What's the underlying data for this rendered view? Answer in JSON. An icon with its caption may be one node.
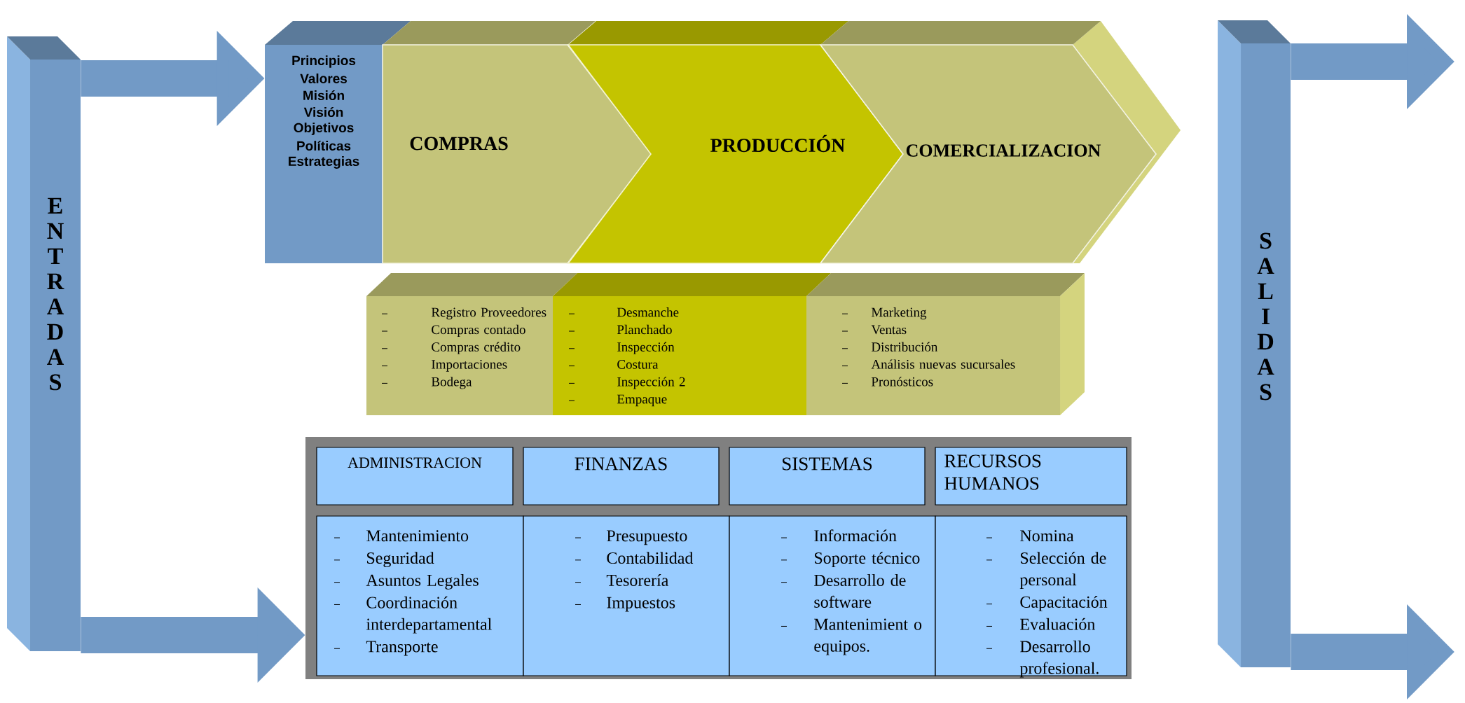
{
  "diagram": {
    "nodes": [
      {
        "text": [
          "E N T R A D A S"
        ]
      },
      {
        "text": [
          "Principios",
          "Valores",
          "Misión",
          "Visión",
          "Objetivos",
          "Políticas",
          "Estrategias"
        ]
      },
      {
        "text": [
          "COMPRAS"
        ]
      },
      {
        "text": [
          "PRODUCCIÓN"
        ]
      },
      {
        "text": [
          "COMERCIALIZACION"
        ]
      },
      {
        "text": [
          "Registro Proveedores",
          "Compras contado",
          "Compras crédito",
          "Importaciones",
          "Bodega"
        ]
      },
      {
        "text": [
          "Desmanche",
          "Planchado",
          "Inspección",
          "Costura",
          "Inspección 2",
          "Empaque"
        ]
      },
      {
        "text": [
          "Marketing",
          "Ventas",
          "Distribución",
          "Análisis nuevas sucursales",
          "Pronósticos"
        ]
      },
      {
        "text": [],
        "shape": "box"
      },
      {
        "text": [
          "ADMINISTRACION"
        ],
        "in": 8
      },
      {
        "text": [
          "FINANZAS"
        ],
        "in": 8
      },
      {
        "text": [
          "SISTEMAS"
        ],
        "in": 8
      },
      {
        "text": [
          "RECURSOS HUMANOS"
        ],
        "in": 8
      },
      {
        "text": [
          "Mantenimiento",
          "Seguridad",
          "Asuntos Legales",
          "Coordinación interdepartamental",
          "Transporte"
        ],
        "in": 8
      },
      {
        "text": [
          "Presupuesto",
          "Contabilidad",
          "Tesorería",
          "Impuestos"
        ],
        "in": 8
      },
      {
        "text": [
          "Información",
          "Soporte técnico",
          "Desarrollo de software",
          "Mantenimient o equipos."
        ],
        "in": 8
      },
      {
        "text": [
          "Nomina",
          "Selección de personal",
          "Capacitación",
          "Evaluación",
          "Desarrollo profesional."
        ],
        "in": 8
      },
      {
        "text": [
          "S A L I D A S"
        ]
      }
    ],
    "edges": [
      {
        "from": 0,
        "to": 1,
        "arrow": "to"
      },
      {
        "from": 0,
        "to": 8,
        "arrow": "to"
      },
      {
        "from": 17,
        "to": null,
        "arrow": "to"
      },
      {
        "from": 17,
        "to": null,
        "arrow": "to"
      }
    ]
  }
}
